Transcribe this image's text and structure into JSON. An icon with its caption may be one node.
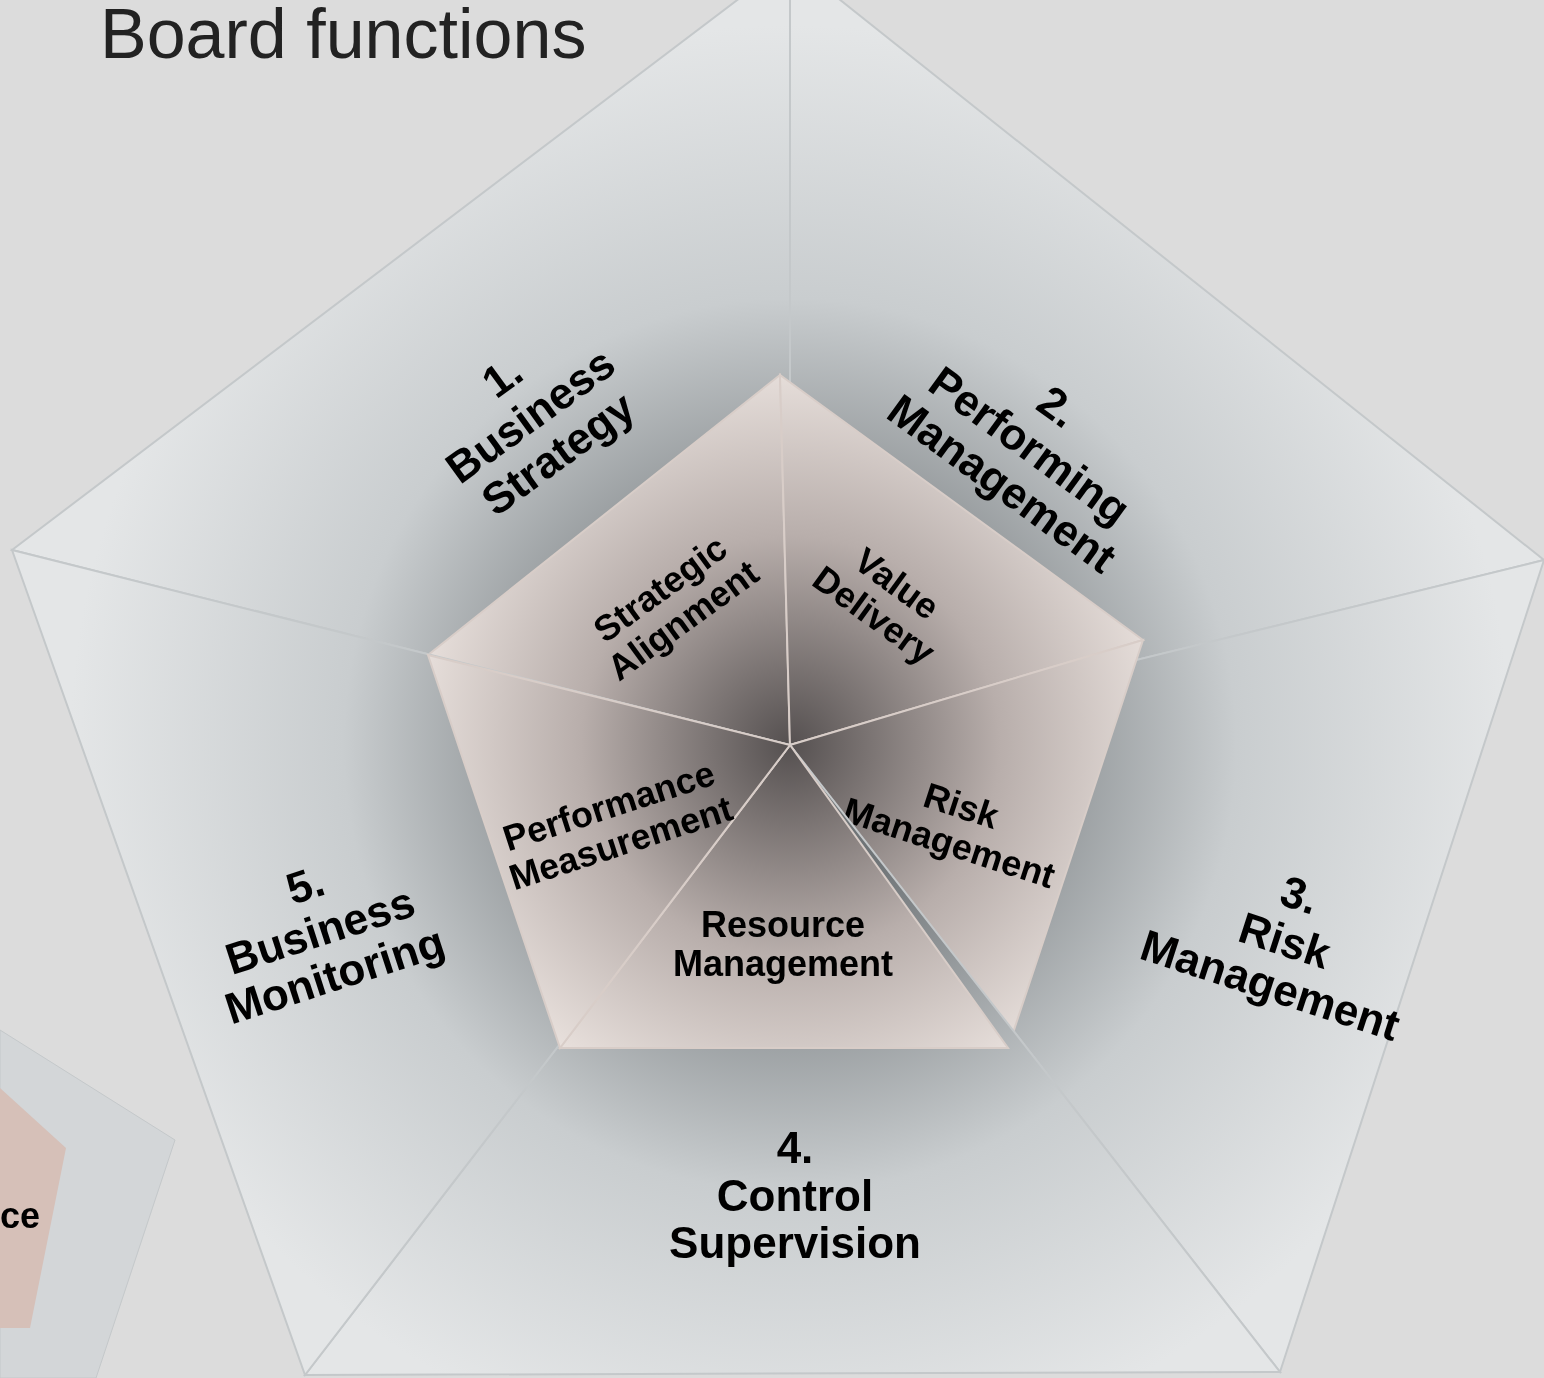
{
  "diagram": {
    "title": "Board functions",
    "nodes": [
      {
        "text": [
          "1.",
          "Business Strategy"
        ]
      },
      {
        "text": [
          "2.",
          "Performing Management"
        ]
      },
      {
        "text": [
          "3.",
          "Risk Management"
        ]
      },
      {
        "text": [
          "4.",
          "Control Supervision"
        ]
      },
      {
        "text": [
          "5.",
          "Business Monitoring"
        ]
      },
      {
        "text": [
          "Strategic Alignment"
        ],
        "in": 0
      },
      {
        "text": [
          "Value Delivery"
        ],
        "in": 1
      },
      {
        "text": [
          "Risk Management"
        ],
        "in": 2
      },
      {
        "text": [
          "Resource Management"
        ],
        "in": 3
      },
      {
        "text": [
          "Performance Measurement"
        ],
        "in": 4
      }
    ],
    "labels": [
      "ce"
    ]
  }
}
